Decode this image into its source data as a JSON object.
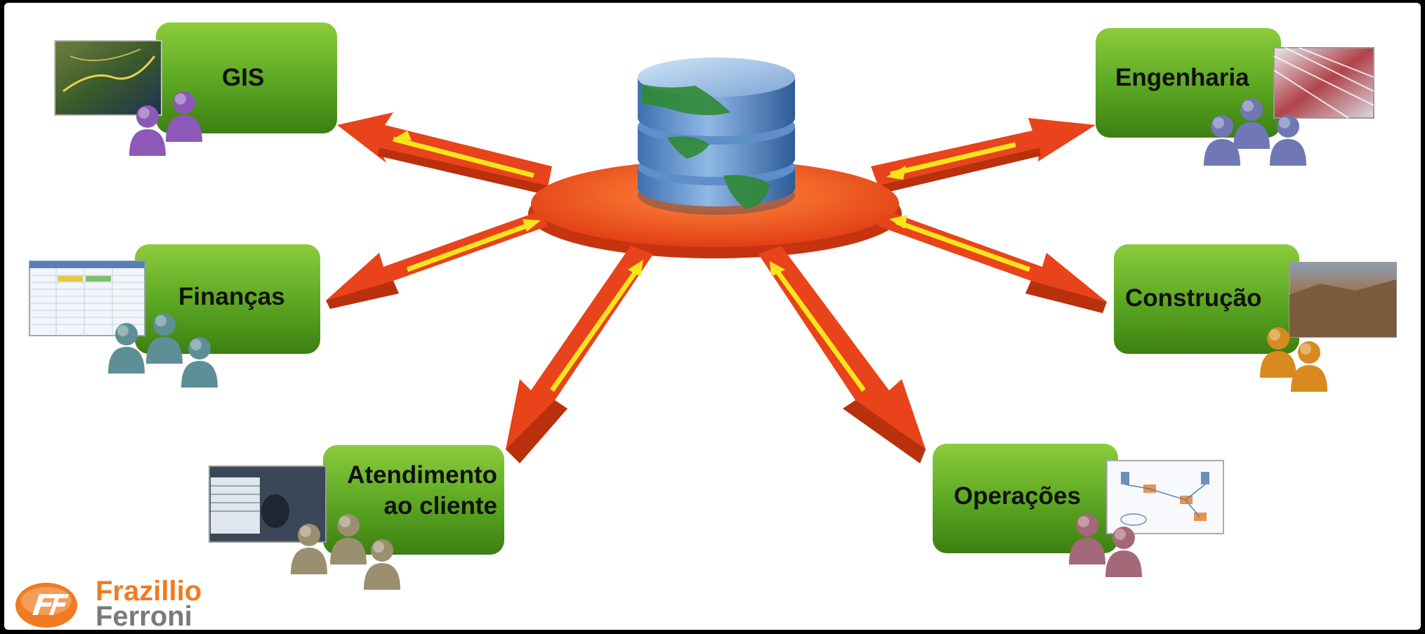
{
  "departments": {
    "gis": "GIS",
    "engenharia": "Engenharia",
    "financas": "Finanças",
    "construcao": "Construção",
    "atendimento_line1": "Atendimento",
    "atendimento_line2": "ao cliente",
    "operacoes": "Operações"
  },
  "logo": {
    "line1": "Frazillio",
    "line2": "Ferroni"
  },
  "colors": {
    "box_green": "#4f9a1e",
    "arrow_red": "#e8431a",
    "arrow_inner": "#f7e51c",
    "hub_red": "#ea4a1c",
    "logo_orange": "#f07b22",
    "logo_gray": "#7a7a7a"
  },
  "icons": [
    "database-globe-icon",
    "user-group-icon",
    "map-thumbnail",
    "spreadsheet-thumbnail",
    "construction-photo",
    "network-diagram-thumbnail"
  ]
}
